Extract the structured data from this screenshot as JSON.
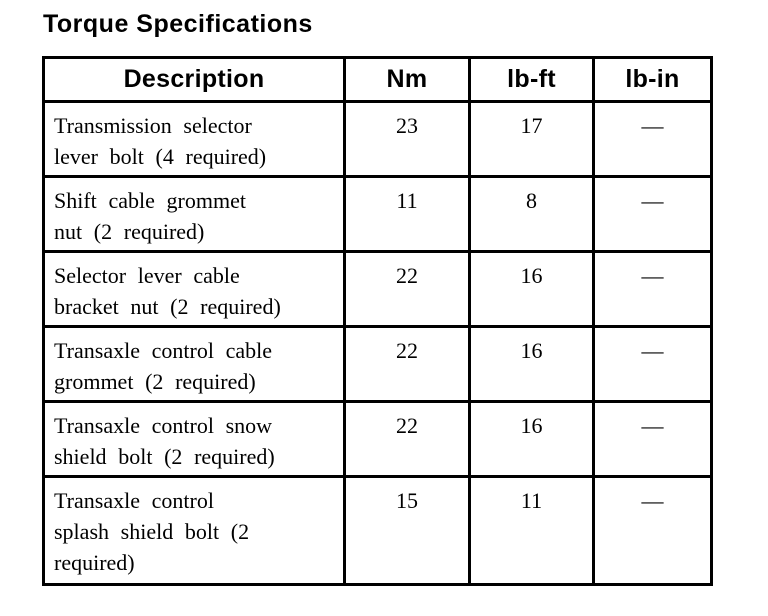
{
  "page_title": "Torque Specifications",
  "colors": {
    "border": "#000000",
    "text": "#000000",
    "background": "#ffffff"
  },
  "table": {
    "headers": [
      "Description",
      "Nm",
      "lb-ft",
      "lb-in"
    ],
    "rows": [
      {
        "description": "Transmission selector\nlever bolt (4 required)",
        "nm": "23",
        "lb_ft": "17",
        "lb_in": "—"
      },
      {
        "description": "Shift cable grommet\nnut (2 required)",
        "nm": "11",
        "lb_ft": "8",
        "lb_in": "—"
      },
      {
        "description": "Selector lever cable\nbracket nut (2 required)",
        "nm": "22",
        "lb_ft": "16",
        "lb_in": "—"
      },
      {
        "description": "Transaxle control cable\ngrommet (2 required)",
        "nm": "22",
        "lb_ft": "16",
        "lb_in": "—"
      },
      {
        "description": "Transaxle control snow\nshield bolt (2 required)",
        "nm": "22",
        "lb_ft": "16",
        "lb_in": "—"
      },
      {
        "description": "Transaxle control\nsplash shield bolt (2\nrequired)",
        "nm": "15",
        "lb_ft": "11",
        "lb_in": "—"
      }
    ]
  }
}
